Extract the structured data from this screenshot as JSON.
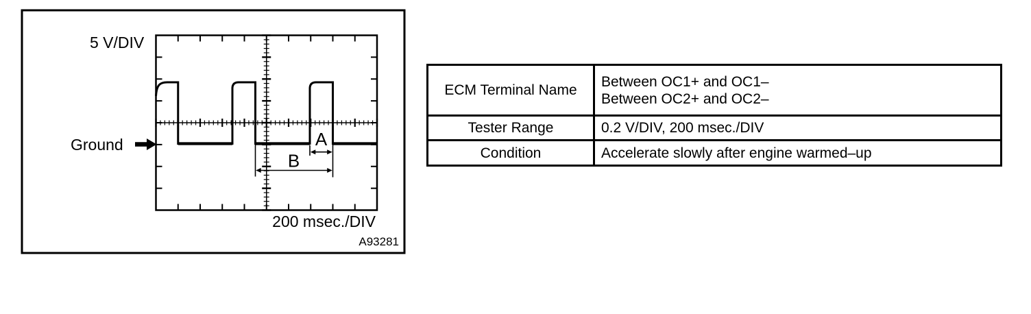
{
  "figure": {
    "v_per_div_label": "5 V/DIV",
    "ground_label": "Ground",
    "dim_a_label": "A",
    "dim_b_label": "B",
    "time_per_div_label": "200 msec./DIV",
    "figure_id": "A93281",
    "waveform": {
      "type": "square-pulse-train",
      "vertical_scale": "5 V/DIV",
      "horizontal_scale": "200 msec./DIV",
      "pulses_visible": 3,
      "annotations": [
        "Ground reference arrow at low level",
        "A = pulse width",
        "B = pulse period"
      ]
    }
  },
  "table": {
    "rows": [
      {
        "label": "ECM Terminal Name",
        "values": [
          "Between OC1+ and OC1–",
          "Between OC2+ and OC2–"
        ]
      },
      {
        "label": "Tester Range",
        "values": [
          "0.2 V/DIV, 200 msec./DIV"
        ]
      },
      {
        "label": "Condition",
        "values": [
          "Accelerate slowly after engine warmed–up"
        ]
      }
    ]
  },
  "colors": {
    "ink": "#000000",
    "background": "#ffffff"
  }
}
